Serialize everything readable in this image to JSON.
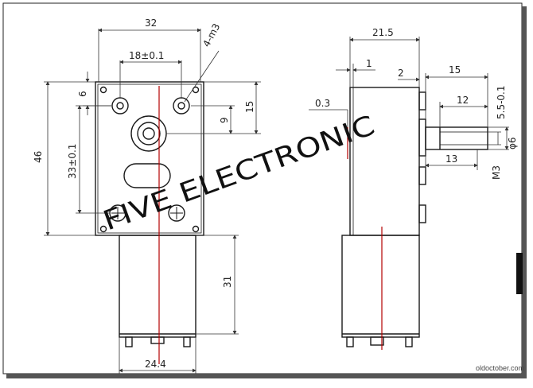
{
  "drawing": {
    "watermark": "FIVE ELECTRONIC",
    "credit": "oldoctober.com",
    "colors": {
      "line": "#1a1a1a",
      "dim": "#333333",
      "center_line": "#b30000",
      "frame_shadow": "#555555",
      "side_marker": "#111111"
    },
    "front_dimensions": {
      "top_width": "32",
      "hole_spacing": "18±0.1",
      "mount_holes": "4-m3",
      "top_offset": "6",
      "height": "46",
      "hole_vertical": "33±0.1",
      "shaft_offset": "9",
      "shaft_to_top": "15",
      "motor_width": "24.4",
      "motor_length": "31"
    },
    "side_dimensions": {
      "gearbox_depth": "21.5",
      "flange": "1",
      "boss": "2",
      "shaft_length": "15",
      "shaft_flat_length": "12",
      "flat_thickness": "5.5-0.1",
      "shaft_diameter": "φ6",
      "thread_length": "13",
      "thread": "M3",
      "gap": "0.3"
    }
  }
}
